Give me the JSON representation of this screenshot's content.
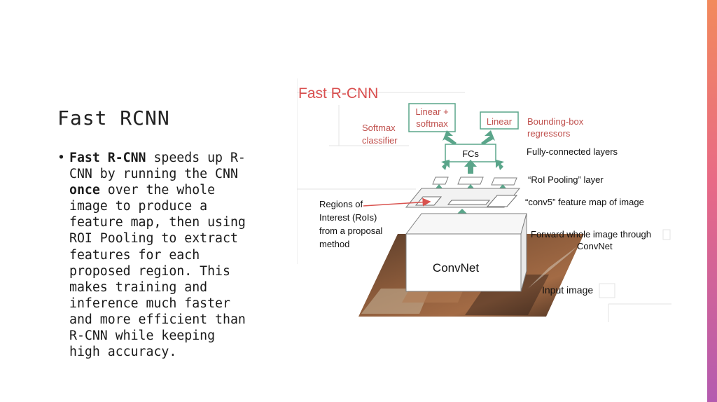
{
  "slide": {
    "title": "Fast RCNN",
    "bullet": {
      "marker": "•",
      "bold_term": "Fast R-CNN",
      "text_1": " speeds up R-CNN by running the CNN ",
      "bold_once": "once",
      "text_2": " over the whole image to produce a feature map, then using ROI Pooling to extract features for each proposed region. This makes training and inference much faster and more efficient than R-CNN while keeping high accuracy."
    }
  },
  "figure": {
    "heading": "Fast R-CNN",
    "left_box": [
      "Linear +",
      "softmax"
    ],
    "right_box": "Linear",
    "softmax_label": [
      "Softmax",
      "classifier"
    ],
    "bbox_label": [
      "Bounding-box",
      "regressors"
    ],
    "fcs_box": "FCs",
    "fc_label": "Fully-connected layers",
    "roi_pool_label": "“RoI Pooling” layer",
    "rois_label": [
      "Regions of",
      "Interest (RoIs)",
      "from a proposal",
      "method"
    ],
    "conv5_label": "“conv5” feature map of image",
    "forward_label": [
      "Forward whole image through",
      "ConvNet"
    ],
    "convnet_box": "ConvNet",
    "input_label": "Input image",
    "colors": {
      "heading": "#d94f4f",
      "box_text": "#c0504d",
      "arrow": "#5aa58a",
      "box_border": "#5aa58a",
      "roi_arrow": "#d9534f",
      "label": "#111111"
    }
  }
}
